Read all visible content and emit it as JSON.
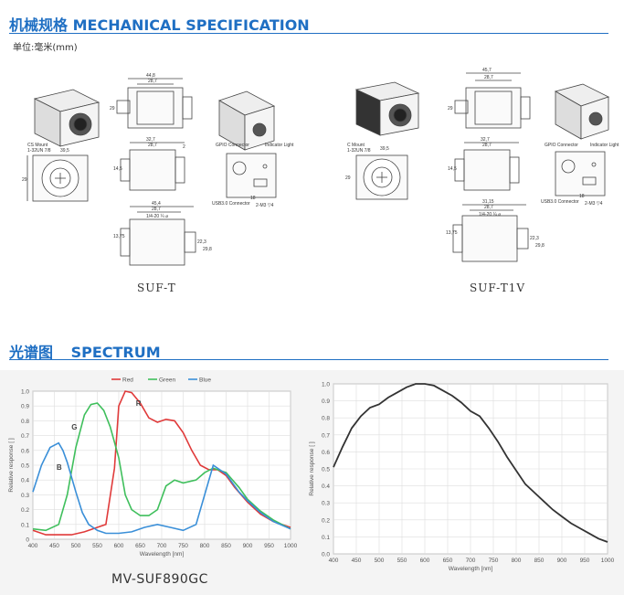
{
  "mechanical": {
    "title_cn": "机械规格",
    "title_en": "MECHANICAL SPECIFICATION",
    "unit_text": "单位:毫米(mm)",
    "model_left": "SUF-T",
    "model_right": "SUF-T1V",
    "left_labels": {
      "top_width": "44,8",
      "top_inner": "28,7",
      "top_side": "29",
      "mid_w1": "32,7",
      "mid_w2": "28,7",
      "mid_side": "14,5",
      "mid_r": "2",
      "bot_w": "45,4",
      "bot_w2": "28,7",
      "bot_thread": "1/4-20 ¼ ⌀",
      "bot_h": "13,75",
      "bot_r1": "22,3",
      "bot_r2": "29,8",
      "mount": "CS Mount",
      "mount_thread": "1-32UN 7/8",
      "mount_dim": "39,5",
      "front_h": "29",
      "gpio": "GPIO Connector",
      "indicator": "Indicator Light",
      "usb": "USB3.0 Connector",
      "m4": "2-M3 ▽4",
      "rear_w": "18"
    },
    "right_labels": {
      "top_width": "45,7",
      "top_inner": "28,7",
      "top_side": "29",
      "mid_w1": "32,7",
      "mid_w2": "28,7",
      "mid_side": "14,5",
      "bot_w": "31,15",
      "bot_w2": "28,7",
      "bot_thread": "1/4-20 ¼ ⌀",
      "bot_h": "13,75",
      "bot_r1": "22,3",
      "bot_r2": "29,8",
      "mount": "C Mount",
      "mount_thread": "1-32UN 7/8",
      "mount_dim": "39,5",
      "front_h": "29",
      "gpio": "GPIO Connector",
      "indicator": "Indicator Light",
      "usb": "USB3.0 Connector",
      "m4": "2-M3 ▽4",
      "rear_w": "18"
    }
  },
  "spectrum": {
    "title_cn": "光谱图",
    "title_en": "SPECTRUM",
    "caption": "MV-SUF890GC"
  },
  "chart_data": [
    {
      "type": "line",
      "xlabel": "Wavelength [nm]",
      "ylabel": "Relative response [ ]",
      "xlim": [
        400,
        1000
      ],
      "ylim": [
        0,
        1.0
      ],
      "x_ticks": [
        "400",
        "450",
        "500",
        "550",
        "600",
        "650",
        "700",
        "750",
        "800",
        "850",
        "900",
        "950",
        "1000"
      ],
      "y_ticks": [
        "0",
        "0.1",
        "0.2",
        "0.3",
        "0.4",
        "0.5",
        "0.6",
        "0.7",
        "0.8",
        "0.9",
        "1.0"
      ],
      "legend": [
        "Red",
        "Green",
        "Blue"
      ],
      "legend_position": "top",
      "annotations": [
        "R",
        "G",
        "B"
      ],
      "grid": true,
      "colors": {
        "Red": "#e03a3a",
        "Green": "#3fbf5c",
        "Blue": "#3a8fd8"
      },
      "series": [
        {
          "name": "Red",
          "x": [
            400,
            430,
            460,
            490,
            520,
            550,
            570,
            590,
            600,
            615,
            630,
            650,
            670,
            690,
            710,
            730,
            750,
            770,
            790,
            810,
            830,
            850,
            870,
            900,
            930,
            960,
            1000
          ],
          "values": [
            0.06,
            0.03,
            0.03,
            0.03,
            0.05,
            0.08,
            0.1,
            0.48,
            0.9,
            1.0,
            0.99,
            0.92,
            0.82,
            0.79,
            0.81,
            0.8,
            0.72,
            0.6,
            0.5,
            0.47,
            0.47,
            0.43,
            0.35,
            0.25,
            0.17,
            0.12,
            0.08
          ]
        },
        {
          "name": "Green",
          "x": [
            400,
            430,
            460,
            480,
            500,
            520,
            535,
            550,
            565,
            580,
            600,
            615,
            630,
            650,
            670,
            690,
            710,
            730,
            750,
            780,
            800,
            820,
            850,
            880,
            900,
            930,
            960,
            1000
          ],
          "values": [
            0.07,
            0.06,
            0.1,
            0.3,
            0.62,
            0.84,
            0.91,
            0.92,
            0.87,
            0.76,
            0.55,
            0.3,
            0.2,
            0.16,
            0.16,
            0.2,
            0.36,
            0.4,
            0.38,
            0.4,
            0.45,
            0.48,
            0.45,
            0.35,
            0.27,
            0.19,
            0.13,
            0.07
          ]
        },
        {
          "name": "Blue",
          "x": [
            400,
            420,
            440,
            460,
            470,
            480,
            500,
            515,
            530,
            550,
            570,
            600,
            630,
            660,
            690,
            720,
            750,
            780,
            800,
            820,
            850,
            880,
            900,
            930,
            960,
            1000
          ],
          "values": [
            0.32,
            0.5,
            0.62,
            0.65,
            0.6,
            0.52,
            0.32,
            0.18,
            0.1,
            0.06,
            0.04,
            0.04,
            0.05,
            0.08,
            0.1,
            0.08,
            0.06,
            0.1,
            0.3,
            0.5,
            0.44,
            0.32,
            0.26,
            0.18,
            0.12,
            0.07
          ]
        }
      ]
    },
    {
      "type": "line",
      "xlabel": "Wavelength [nm]",
      "ylabel": "Relative response [ ]",
      "xlim": [
        400,
        1000
      ],
      "ylim": [
        0,
        1.0
      ],
      "x_ticks": [
        "400",
        "450",
        "500",
        "550",
        "600",
        "650",
        "700",
        "750",
        "800",
        "850",
        "900",
        "950",
        "1000"
      ],
      "y_ticks": [
        "0.0",
        "0.1",
        "0.2",
        "0.3",
        "0.4",
        "0.5",
        "0.6",
        "0.7",
        "0.8",
        "0.9",
        "1.0"
      ],
      "grid": true,
      "series": [
        {
          "x": [
            400,
            420,
            440,
            460,
            480,
            500,
            520,
            540,
            560,
            580,
            600,
            620,
            640,
            660,
            680,
            700,
            720,
            740,
            760,
            780,
            800,
            820,
            840,
            860,
            880,
            900,
            920,
            940,
            960,
            980,
            1000
          ],
          "values": [
            0.51,
            0.63,
            0.74,
            0.81,
            0.86,
            0.88,
            0.92,
            0.95,
            0.98,
            1.0,
            1.0,
            0.99,
            0.96,
            0.93,
            0.89,
            0.84,
            0.81,
            0.74,
            0.66,
            0.57,
            0.49,
            0.41,
            0.36,
            0.31,
            0.26,
            0.22,
            0.18,
            0.15,
            0.12,
            0.09,
            0.07
          ]
        }
      ]
    }
  ]
}
